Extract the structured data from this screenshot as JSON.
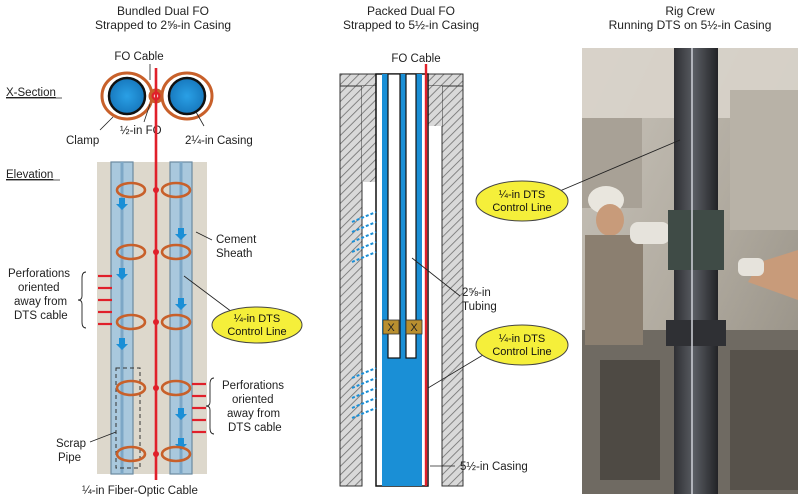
{
  "panels": [
    {
      "title_line1": "Bundled Dual FO",
      "title_line2": "Strapped to 2⅝-in Casing"
    },
    {
      "title_line1": "Packed Dual FO",
      "title_line2": "Strapped to 5½-in Casing"
    },
    {
      "title_line1": "Rig Crew",
      "title_line2": "Running DTS on 5½-in Casing"
    }
  ],
  "left": {
    "fo_cable": "FO Cable",
    "x_section": "X-Section",
    "clamp": "Clamp",
    "half_in_fo": "½-in FO",
    "casing_214": "2¼-in Casing",
    "elevation": "Elevation",
    "cement_l1": "Cement",
    "cement_l2": "Sheath",
    "perf1_l1": "Perforations",
    "perf1_l2": "oriented",
    "perf1_l3": "away from",
    "perf1_l4": "DTS cable",
    "perf2_l1": "Perforations",
    "perf2_l2": "oriented",
    "perf2_l3": "away from",
    "perf2_l4": "DTS cable",
    "scrap_l1": "Scrap",
    "scrap_l2": "Pipe",
    "fiber_optic": "¼-in Fiber-Optic Cable",
    "callout_l1": "¼-in DTS",
    "callout_l2": "Control Line"
  },
  "middle": {
    "fo_cable": "FO Cable",
    "tubing_l1": "2⅝-in",
    "tubing_l2": "Tubing",
    "callout_l1": "¼-in DTS",
    "callout_l2": "Control Line",
    "casing": "5½-in Casing",
    "packer_mark": "X"
  },
  "right": {
    "callout_l1": "¼-in DTS",
    "callout_l2": "Control Line"
  },
  "colors": {
    "fluid": "#1a8fd6",
    "fo_red": "#e0202a",
    "clamp_orange": "#c8602a",
    "callout_yellow": "#f5ef3a",
    "cement": "#ddd8cc",
    "hatch": "#7a7a7a"
  }
}
